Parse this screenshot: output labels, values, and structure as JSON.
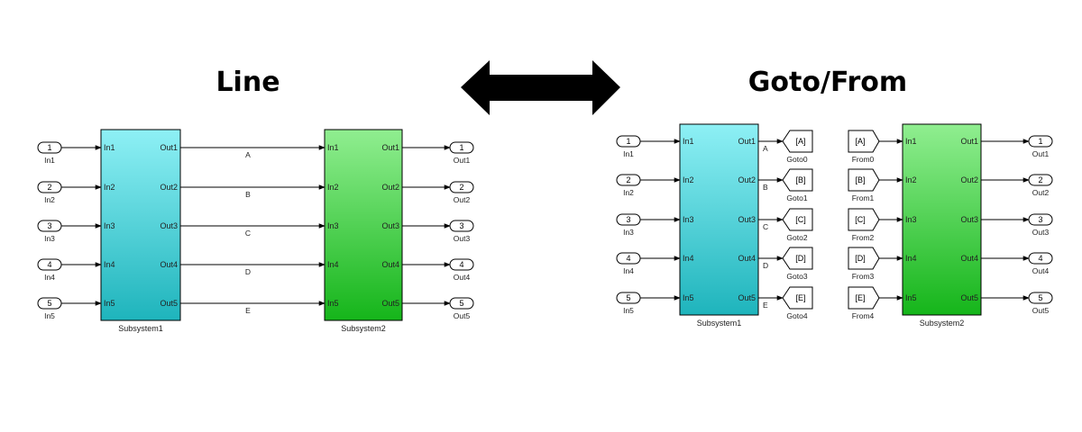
{
  "colors": {
    "subsystem1_top": "#8ef0f5",
    "subsystem1_bottom": "#1eb4bc",
    "subsystem2_top": "#90ee90",
    "subsystem2_bottom": "#15b51a",
    "wire": "#000000"
  },
  "left": {
    "title": "Line",
    "subsystem1": {
      "name": "Subsystem1",
      "inputs": [
        "In1",
        "In2",
        "In3",
        "In4",
        "In5"
      ],
      "outputs": [
        "Out1",
        "Out2",
        "Out3",
        "Out4",
        "Out5"
      ]
    },
    "subsystem2": {
      "name": "Subsystem2",
      "inputs": [
        "In1",
        "In2",
        "In3",
        "In4",
        "In5"
      ],
      "outputs": [
        "Out1",
        "Out2",
        "Out3",
        "Out4",
        "Out5"
      ]
    },
    "inports": [
      {
        "num": "1",
        "label": "In1"
      },
      {
        "num": "2",
        "label": "In2"
      },
      {
        "num": "3",
        "label": "In3"
      },
      {
        "num": "4",
        "label": "In4"
      },
      {
        "num": "5",
        "label": "In5"
      }
    ],
    "signals": [
      "A",
      "B",
      "C",
      "D",
      "E"
    ],
    "outports": [
      {
        "num": "1",
        "label": "Out1"
      },
      {
        "num": "2",
        "label": "Out2"
      },
      {
        "num": "3",
        "label": "Out3"
      },
      {
        "num": "4",
        "label": "Out4"
      },
      {
        "num": "5",
        "label": "Out5"
      }
    ]
  },
  "right": {
    "title": "Goto/From",
    "subsystem1": {
      "name": "Subsystem1",
      "inputs": [
        "In1",
        "In2",
        "In3",
        "In4",
        "In5"
      ],
      "outputs": [
        "Out1",
        "Out2",
        "Out3",
        "Out4",
        "Out5"
      ]
    },
    "subsystem2": {
      "name": "Subsystem2",
      "inputs": [
        "In1",
        "In2",
        "In3",
        "In4",
        "In5"
      ],
      "outputs": [
        "Out1",
        "Out2",
        "Out3",
        "Out4",
        "Out5"
      ]
    },
    "inports": [
      {
        "num": "1",
        "label": "In1"
      },
      {
        "num": "2",
        "label": "In2"
      },
      {
        "num": "3",
        "label": "In3"
      },
      {
        "num": "4",
        "label": "In4"
      },
      {
        "num": "5",
        "label": "In5"
      }
    ],
    "signals": [
      "A",
      "B",
      "C",
      "D",
      "E"
    ],
    "gotos": [
      {
        "tag": "[A]",
        "label": "Goto0"
      },
      {
        "tag": "[B]",
        "label": "Goto1"
      },
      {
        "tag": "[C]",
        "label": "Goto2"
      },
      {
        "tag": "[D]",
        "label": "Goto3"
      },
      {
        "tag": "[E]",
        "label": "Goto4"
      }
    ],
    "froms": [
      {
        "tag": "[A]",
        "label": "From0"
      },
      {
        "tag": "[B]",
        "label": "From1"
      },
      {
        "tag": "[C]",
        "label": "From2"
      },
      {
        "tag": "[D]",
        "label": "From3"
      },
      {
        "tag": "[E]",
        "label": "From4"
      }
    ],
    "outports": [
      {
        "num": "1",
        "label": "Out1"
      },
      {
        "num": "2",
        "label": "Out2"
      },
      {
        "num": "3",
        "label": "Out3"
      },
      {
        "num": "4",
        "label": "Out4"
      },
      {
        "num": "5",
        "label": "Out5"
      }
    ]
  },
  "arrow": {
    "icon": "double-arrow-icon"
  }
}
